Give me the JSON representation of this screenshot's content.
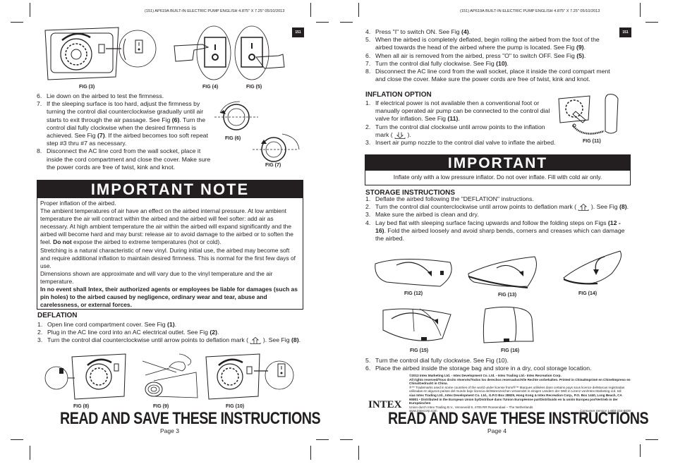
{
  "left_page": {
    "header": "(151)  AP619A  BUILT-IN ELECTRIC PUMP  ENGLISH  4.875\" X 7.25\"  05/10/2013",
    "badge": "151",
    "figures_top": [
      "FIG (3)",
      "FIG (4)",
      "FIG (5)"
    ],
    "firmness_steps": [
      {
        "num": "6.",
        "text": "Lie down on the airbed to test the firmness."
      },
      {
        "num": "7.",
        "text_parts": [
          "If the sleeping surface is too hard, adjust the firmness by turning the control dial counterclockwise gradually until air starts to exit through the air passage. See Fig ",
          "(6)",
          ". Turn the control dial fully clockwise when the desired firmness is achieved. See Fig ",
          "(7)",
          ". If the airbed becomes too soft repeat step #3 thru #7 as necessary."
        ]
      },
      {
        "num": "8.",
        "text": "Disconnect the AC line cord from the wall socket, place it inside the cord compartment and close the cover. Make sure the power cords are free of twist, kink and knot."
      }
    ],
    "figures_mid": [
      "FIG (6)",
      "FIG (7)"
    ],
    "important_note": {
      "title": "IMPORTANT NOTE",
      "p1": "Proper inflation of the airbed.",
      "p2a": "The ambient temperatures of air have an effect on the airbed internal pressure. At low ambient temperature the air will contract within the airbed and the airbed will feel softer: add air as necessary. At high ambient temperature the air within the airbed will expand significantly and the airbed will become hard and may burst: release air to avoid damage to the airbed or to soften the feel. ",
      "p2b": "Do not",
      "p2c": " expose the airbed to extreme temperatures (hot or cold).",
      "p3": "Stretching is a natural characteristic of new vinyl. During initial use, the airbed may become soft and require additional inflation to maintain desired firmness. This is normal for the first few days of use.",
      "p4": "Dimensions shown are approximate and will vary due to the vinyl temperature and the air temperature.",
      "p5": "In no event shall Intex, their authorized agents or employees be liable for damages (such as pin holes) to the airbed caused by negligence, ordinary wear and tear, abuse and carelessness, or external forces."
    },
    "deflation": {
      "title": "DEFLATION",
      "steps": [
        {
          "num": "1.",
          "a": "Open line cord compartment cover. See Fig ",
          "b": "(1)",
          "c": "."
        },
        {
          "num": "2.",
          "a": "Plug in the AC line cord into an AC electrical outlet. See Fig ",
          "b": "(2)",
          "c": "."
        },
        {
          "num": "3.",
          "a": "Turn the control dial counterclockwise until arrow points to deflation mark ( ",
          "sym": "deflation-mark",
          "a2": " ). See Fig ",
          "b": "(8)",
          "c": "."
        }
      ]
    },
    "figures_bottom": [
      "FIG (8)",
      "FIG (9)",
      "FIG (10)"
    ],
    "footer_title": "READ AND SAVE THESE INSTRUCTIONS",
    "page": "Page 3"
  },
  "right_page": {
    "header": "(151)  AP619A  BUILT-IN ELECTRIC PUMP  ENGLISH  4.875\" X 7.25\"  05/10/2013",
    "badge": "151",
    "deflation_cont": [
      {
        "num": "4.",
        "a": "Press \"I\" to switch ON. See Fig ",
        "b": "(4)",
        "c": "."
      },
      {
        "num": "5.",
        "a": "When the airbed is completely deflated, begin rolling the airbed from the foot of the airbed towards the head of the airbed where the pump is located. See Fig ",
        "b": "(9)",
        "c": "."
      },
      {
        "num": "6.",
        "a": "When all air is removed from the airbed, press \"O\" to switch OFF. See Fig ",
        "b": "(5)",
        "c": "."
      },
      {
        "num": "7.",
        "a": "Turn the control dial fully clockwise. See Fig ",
        "b": "(10)",
        "c": "."
      },
      {
        "num": "8.",
        "a": "Disconnect the AC line cord from the wall socket, place it inside the cord compart ment and close the cover. Make sure the power cords are free of twist, kink and knot.",
        "b": "",
        "c": ""
      }
    ],
    "inflation_option": {
      "title": "INFLATION OPTION",
      "steps": [
        {
          "num": "1.",
          "a": "If electrical power is not available then a conventional foot or manually operated air pump can be connected to the control dial valve for inflation. See Fig ",
          "b": "(11)",
          "c": "."
        },
        {
          "num": "2.",
          "a": "Turn the control dial clockwise until arrow points to the inflation mark ( ",
          "sym": "inflation-mark",
          "c": " )."
        },
        {
          "num": "3.",
          "a": "Insert air pump nozzle to the control dial valve to inflate the airbed.",
          "b": "",
          "c": ""
        }
      ],
      "figure": "FIG (11)"
    },
    "important": {
      "title": "IMPORTANT",
      "text": "Inflate only with a low pressure inflator. Do not over inflate. Fill with cold air only."
    },
    "storage": {
      "title": "STORAGE INSTRUCTIONS",
      "steps": [
        {
          "num": "1.",
          "a": "Deflate the airbed following the \"DEFLATION\" instructions."
        },
        {
          "num": "2.",
          "a": "Turn the control dial counterclockwise until arrow points to deflation mark ( ",
          "sym": "deflation-mark",
          "a2": " ). See Fig ",
          "b": "(8)",
          "c": "."
        },
        {
          "num": "3.",
          "a": "Make sure the airbed is clean and dry."
        },
        {
          "num": "4.",
          "a": "Lay bed flat with sleeping surface facing upwards and follow the folding steps on Figs ",
          "b": "(12 - 16)",
          "c": ". Fold the airbed loosely and avoid sharp bends, corners and creases which can damage the airbed."
        }
      ],
      "figures": [
        "FIG (12)",
        "FIG (13)",
        "FIG (14)",
        "FIG (15)",
        "FIG (16)"
      ],
      "steps_after": [
        {
          "num": "5.",
          "a": "Turn the control dial fully clockwise. See Fig (10)."
        },
        {
          "num": "6.",
          "a": "Place the airbed inside the storage bag and store in a dry, cool storage location."
        }
      ]
    },
    "legal": {
      "line1": "©2013 Intex Marketing Ltd. - Intex Development Co. Ltd. - Intex Trading Ltd.- Intex Recreation Corp.",
      "line2": "All rights reserved/Tous droits réservés/Todos los derechos reservados/Alle Rechte vorbehalten. Printed in China/Imprimé en Chine/Impreso en China/Gedruckt in China.",
      "line3": "®™ Trademarks used in some countries of the world under license from/®™ Marques utilisées dans certains pays sous licence de/Marcas registradas utilizadas en algunos países del mundo bajo licencia de/Warenzeichen verwendet in einigen Ländern der Welt in Lizenz von/Intex Marketing Ltd. toll",
      "line4": "sias Intex Trading Ltd., Intex Development Co. Ltd., G.P.O Box 28829, Hong Kong & Intex Recreation Corp., P.O. Box 1440, Long Beach, CA 90801 • Distributed in the European Union by/Distribué dans l'Union Européenne par/Distribuido en la unión Europea por/Vertrieb in der Europäischen",
      "line5": "Union durch Intex Trading B.V., Venneveld 9, 4705 RR Roosendaal – The Netherlands",
      "url": "www.intexcorp.com",
      "consumer": "Consumer Service 1-800-234-6839",
      "logo": "INTEX"
    },
    "footer_title": "READ AND SAVE THESE INSTRUCTIONS",
    "page": "Page 4"
  },
  "colors": {
    "ink": "#231f20",
    "paper": "#ffffff"
  }
}
